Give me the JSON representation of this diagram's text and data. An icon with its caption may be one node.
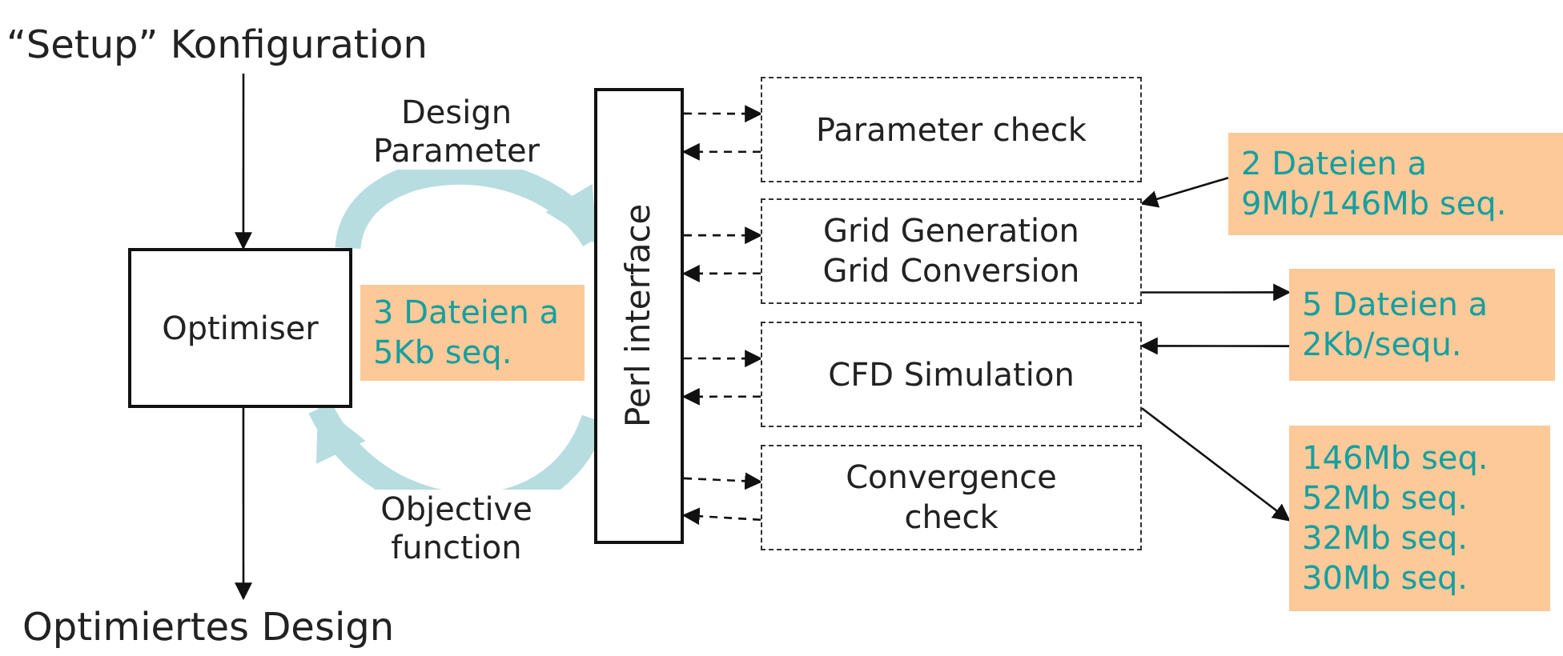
{
  "diagram": {
    "nodes": [
      {
        "text": [
          "Optimiser"
        ]
      },
      {
        "text": [
          "3 Dateien a 5Kb seq."
        ]
      },
      {
        "text": [
          "Perl interface"
        ]
      },
      {
        "text": [
          "Parameter check"
        ]
      },
      {
        "text": [
          "Grid Generation Grid Conversion"
        ]
      },
      {
        "text": [
          "CFD Simulation"
        ]
      },
      {
        "text": [
          "Convergence check"
        ]
      },
      {
        "text": [
          "2 Dateien a 9Mb/146Mb seq."
        ]
      },
      {
        "text": [
          "5 Dateien a 2Kb/sequ."
        ]
      },
      {
        "text": [
          "146Mb seq. 52Mb seq. 32Mb seq. 30Mb seq."
        ]
      },
      {
        "text": [
          "“Setup” Konfiguration"
        ]
      },
      {
        "text": [
          "Optimiertes Design"
        ]
      }
    ],
    "edges": [
      {
        "from": 0,
        "to": 2,
        "arrow": "to",
        "label": "Design Parameter",
        "style": "thick",
        "color": "#b7dde0"
      },
      {
        "from": 2,
        "to": 0,
        "arrow": "to",
        "label": "Objective function",
        "style": "thick",
        "color": "#b7dde0"
      },
      {
        "from": 2,
        "to": 3,
        "arrow": "to",
        "style": "dashed"
      },
      {
        "from": 3,
        "to": 2,
        "arrow": "to",
        "style": "dashed"
      },
      {
        "from": 2,
        "to": 4,
        "arrow": "to",
        "style": "dashed"
      },
      {
        "from": 4,
        "to": 2,
        "arrow": "to",
        "style": "dashed"
      },
      {
        "from": 2,
        "to": 5,
        "arrow": "to",
        "style": "dashed"
      },
      {
        "from": 5,
        "to": 2,
        "arrow": "to",
        "style": "dashed"
      },
      {
        "from": 2,
        "to": 6,
        "arrow": "to",
        "style": "dashed"
      },
      {
        "from": 6,
        "to": 2,
        "arrow": "to",
        "style": "dashed"
      },
      {
        "from": 7,
        "to": 4,
        "arrow": "to"
      },
      {
        "from": 4,
        "to": 8,
        "arrow": "to"
      },
      {
        "from": 8,
        "to": 5,
        "arrow": "to"
      },
      {
        "from": 5,
        "to": 9,
        "arrow": "to"
      },
      {
        "from": 10,
        "to": 0,
        "arrow": "to"
      },
      {
        "from": 0,
        "to": 11,
        "arrow": "to"
      }
    ]
  }
}
